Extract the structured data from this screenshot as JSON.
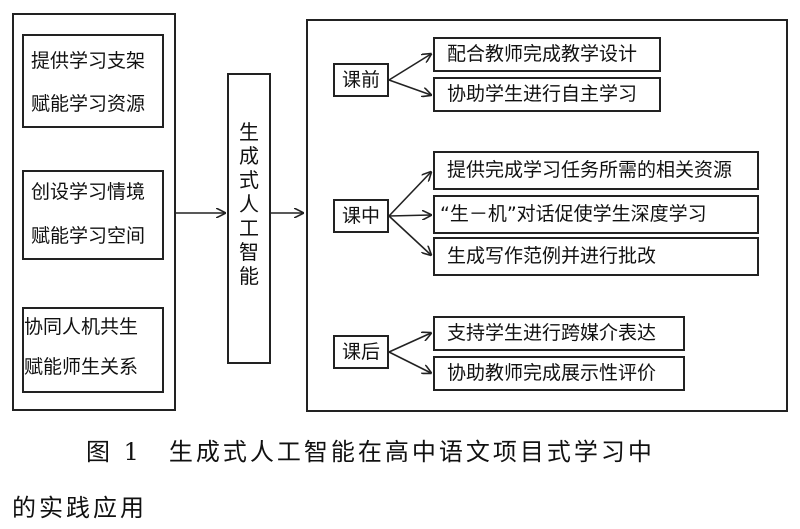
{
  "left_panel": {
    "items": [
      {
        "line1": "提供学习支架",
        "line2": "赋能学习资源"
      },
      {
        "line1": "创设学习情境",
        "line2": "赋能学习空间"
      },
      {
        "line1": "协同人机共生",
        "line2": "赋能师生关系"
      }
    ]
  },
  "center": {
    "chars": [
      "生",
      "成",
      "式",
      "人",
      "工",
      "智",
      "能"
    ]
  },
  "right_panel": {
    "groups": [
      {
        "label": "课前",
        "items": [
          "配合教师完成教学设计",
          "协助学生进行自主学习"
        ]
      },
      {
        "label": "课中",
        "items": [
          "提供完成学习任务所需的相关资源",
          "“生－机”对话促使学生深度学习",
          "生成写作范例并进行批改"
        ]
      },
      {
        "label": "课后",
        "items": [
          "支持学生进行跨媒介表达",
          "协助教师完成展示性评价"
        ]
      }
    ]
  },
  "caption": {
    "line1": "图 1　生成式人工智能在高中语文项目式学习中",
    "line2": "的实践应用"
  }
}
